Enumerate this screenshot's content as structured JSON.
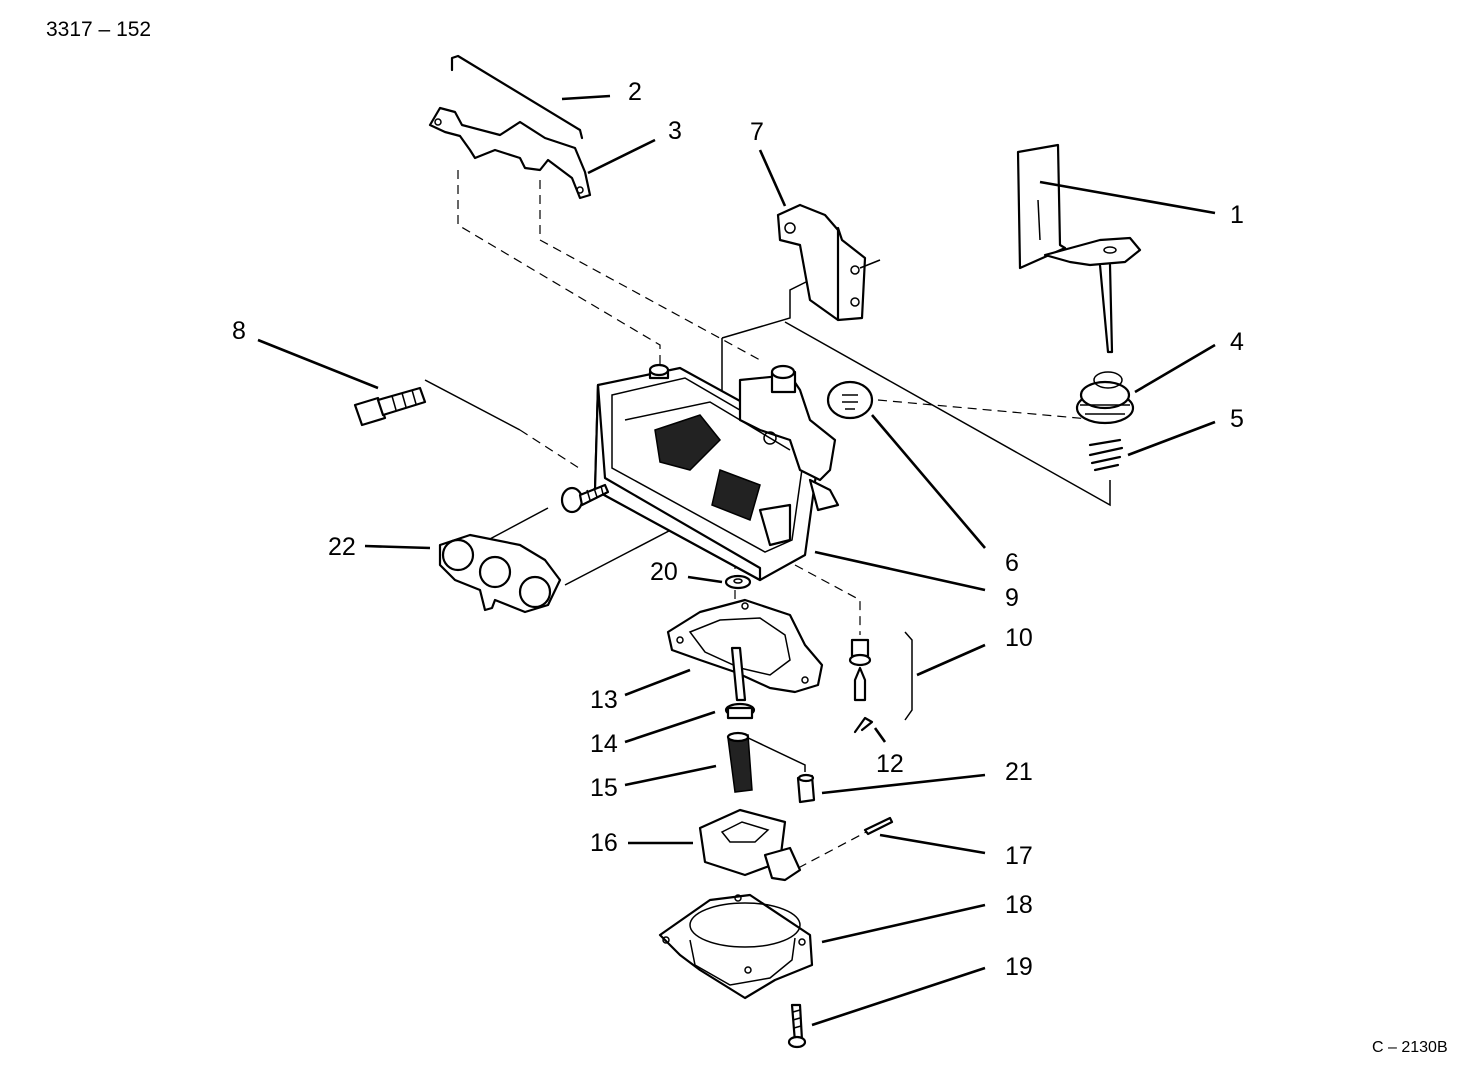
{
  "figure_id": "3317 – 152",
  "drawing_code": "C – 2130B",
  "callouts": [
    "1",
    "2",
    "3",
    "4",
    "5",
    "6",
    "7",
    "8",
    "9",
    "10",
    "12",
    "13",
    "14",
    "15",
    "16",
    "17",
    "18",
    "19",
    "20",
    "21",
    "22"
  ]
}
